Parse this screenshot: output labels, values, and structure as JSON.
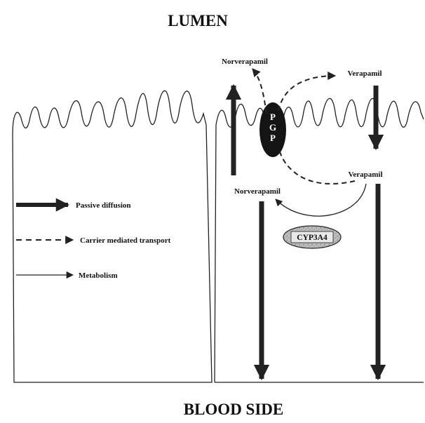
{
  "regions": {
    "top": "LUMEN",
    "bottom": "BLOOD SIDE"
  },
  "transporter": {
    "name": "PGP",
    "letters": [
      "P",
      "G",
      "P"
    ]
  },
  "enzyme": {
    "name": "CYP3A4"
  },
  "compounds": {
    "norverapamil_lumen": "Norverapamil",
    "verapamil_lumen": "Verapamil",
    "verapamil_cell": "Verapamil",
    "norverapamil_cell": "Norverapamil"
  },
  "legend": [
    {
      "key": "passive",
      "label": "Passive diffusion"
    },
    {
      "key": "carrier",
      "label": "Carrier mediated transport"
    },
    {
      "key": "metabolism",
      "label": "Metabolism"
    }
  ]
}
